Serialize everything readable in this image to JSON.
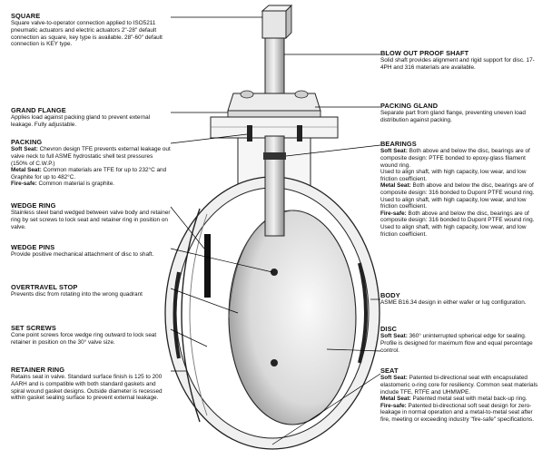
{
  "left_labels": [
    {
      "key": "square",
      "title": "SQUARE",
      "lines": [
        {
          "text": "Square valve-to-operator connection applied to ISO5211 pneumatic actuators and electric actuators 2\"-28\" default connection as square, key type is available. 28\"-60\" default connection is KEY type."
        }
      ]
    },
    {
      "key": "grand_flange",
      "title": "GRAND FLANGE",
      "lines": [
        {
          "text": "Applies load against packing gland to prevent external leakage. Fully adjustable."
        }
      ]
    },
    {
      "key": "packing",
      "title": "PACKING",
      "lines": [
        {
          "lead": "Soft Seat:",
          "text": " Chevron design TFE prevents external leakage out valve neck to full ASME hydrostatic shell test pressures (150% of C.W.P.)"
        },
        {
          "lead": "Metal Seat:",
          "text": " Common materials are TFE for up to 232°C and Graphite for up to 482°C."
        },
        {
          "lead": "Fire-safe:",
          "text": " Common material is graphite."
        }
      ]
    },
    {
      "key": "wedge_ring",
      "title": "WEDGE RING",
      "lines": [
        {
          "text": "Stainless steel band wedged between valve body and retainer ring by set screws to lock seat and retainer ring in position on valve."
        }
      ]
    },
    {
      "key": "wedge_pins",
      "title": "WEDGE PINS",
      "lines": [
        {
          "text": "Provide positive mechanical attachment of disc to shaft."
        }
      ]
    },
    {
      "key": "overtravel_stop",
      "title": "OVERTRAVEL STOP",
      "lines": [
        {
          "text": "Prevents disc from rotating into the wrong quadrant"
        }
      ]
    },
    {
      "key": "set_screws",
      "title": "SET SCREWS",
      "lines": [
        {
          "text": "Cone point screws force wedge ring outward to lock seat retainer in position on the 30° valve size."
        }
      ]
    },
    {
      "key": "retainer_ring",
      "title": "RETAINER RING",
      "lines": [
        {
          "text": "Retains seat in valve. Standard surface finish is 125 to 200 AARH and is compatible with both standard gaskets and spiral wound gasket designs. Outside diameter is recessed within gasket sealing surface to prevent external leakage."
        }
      ]
    }
  ],
  "right_labels": [
    {
      "key": "blow_out_proof_shaft",
      "title": "BLOW OUT PROOF SHAFT",
      "lines": [
        {
          "text": "Solid shaft provides alignment and rigid support for disc. 17-4PH and 316 materials are available."
        }
      ]
    },
    {
      "key": "packing_gland",
      "title": "PACKING GLAND",
      "lines": [
        {
          "text": "Separate part from gland flange, preventing uneven load distribution against packing."
        }
      ]
    },
    {
      "key": "bearings",
      "title": "BEARINGS",
      "lines": [
        {
          "lead": "Soft Seat:",
          "text": " Both above and below the disc, bearings are of composite design: PTFE bonded to epoxy-glass filament wound ring."
        },
        {
          "text": "Used to align shaft, with high capacity, low wear, and low friction coefficient."
        },
        {
          "lead": "Metal Seat:",
          "text": " Both above and below the disc, bearings are of composite design: 316 bonded to Dupont PTFE wound ring. Used to align shaft, with high capacity, low wear, and low friction coefficient."
        },
        {
          "lead": "Fire-safe:",
          "text": " Both above and below the disc, bearings are of composite design: 316 bonded to Dupont PTFE wound ring. Used to align shaft, with high capacity, low wear, and low friction coefficient."
        }
      ]
    },
    {
      "key": "body",
      "title": "BODY",
      "lines": [
        {
          "text": "ASME B16.34 design in either wafer or lug configuration."
        }
      ]
    },
    {
      "key": "disc",
      "title": "DISC",
      "lines": [
        {
          "lead": "Soft Seat:",
          "text": " 360° uninterrupted spherical edge for sealing. Profile is designed for maximum flow and equal percentage control."
        }
      ]
    },
    {
      "key": "seat",
      "title": "SEAT",
      "lines": [
        {
          "lead": "Soft Seat:",
          "text": " Patented bi-directional seat with encapsulated elastomeric o-ring core for resiliency. Common seat materials include TFE, RTFE and UHMWPE."
        },
        {
          "lead": "Metal Seat:",
          "text": " Patented metal seat with metal back-up ring."
        },
        {
          "lead": "Fire-safe:",
          "text": " Patented bi-directional soft seat design for zero-leakage in normal operation and a metal-to-metal seat after fire, meeting or exceeding industry \"fire-safe\" specifications."
        }
      ]
    }
  ]
}
